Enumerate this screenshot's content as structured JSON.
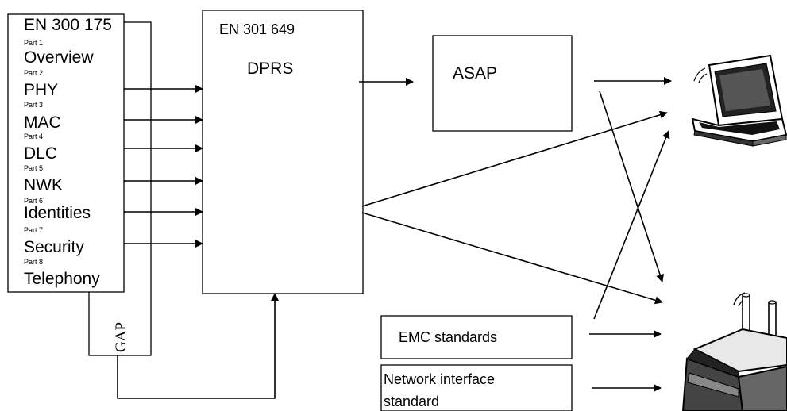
{
  "en300": {
    "title": "EN 300 175",
    "parts": [
      {
        "part": "Part 1",
        "name": "Overview"
      },
      {
        "part": "Part 2",
        "name": "PHY"
      },
      {
        "part": "Part 3",
        "name": "MAC"
      },
      {
        "part": "Part 4",
        "name": "DLC"
      },
      {
        "part": "Part 5",
        "name": "NWK"
      },
      {
        "part": "Part 6",
        "name": "Identities"
      },
      {
        "part": "Part 7",
        "name": "Security"
      },
      {
        "part": "Part 8",
        "name": "Telephony"
      }
    ]
  },
  "gap": {
    "label": "GAP"
  },
  "en301": {
    "title": "EN 301 649",
    "subtitle": "DPRS"
  },
  "asap": {
    "label": "ASAP"
  },
  "emc": {
    "label": "EMC standards"
  },
  "network": {
    "line1": "Network interface",
    "line2": "standard"
  },
  "icons": {
    "laptop": "laptop-icon",
    "router": "wireless-base-station-icon"
  }
}
